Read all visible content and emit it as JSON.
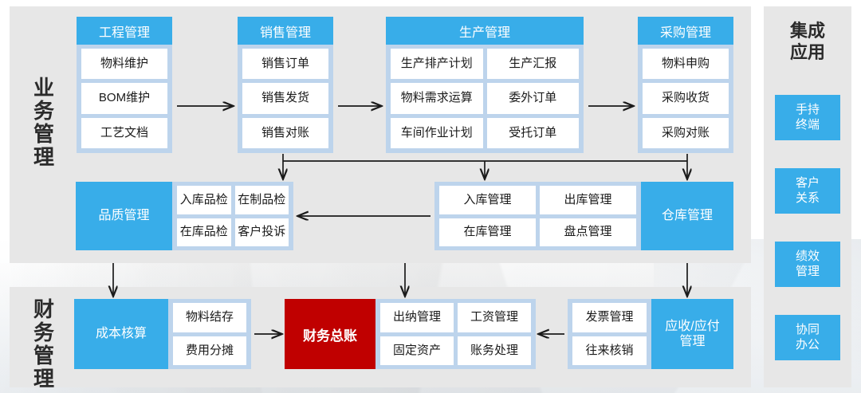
{
  "diagram": {
    "title_hidden": "",
    "colors": {
      "accent_blue": "#38ade9",
      "light_blue": "#bdd4ec",
      "panel_gray": "#e7e7e7",
      "red": "#c00000",
      "cell_white": "#ffffff"
    }
  },
  "sections": {
    "business": {
      "label_chars": [
        "业",
        "务",
        "管",
        "理"
      ]
    },
    "finance": {
      "label_chars": [
        "财",
        "务",
        "管",
        "理"
      ]
    }
  },
  "business_row1": [
    {
      "title": "工程管理",
      "cells": [
        "物料维护",
        "BOM维护",
        "工艺文档"
      ]
    },
    {
      "title": "销售管理",
      "cells": [
        "销售订单",
        "销售发货",
        "销售对账"
      ]
    },
    {
      "title": "生产管理",
      "cells": [
        "生产排产计划",
        "生产汇报",
        "物料需求运算",
        "委外订单",
        "车间作业计划",
        "受托订单"
      ]
    },
    {
      "title": "采购管理",
      "cells": [
        "物料申购",
        "采购收货",
        "采购对账"
      ]
    }
  ],
  "business_row2": [
    {
      "title": "品质管理",
      "label_side": "left",
      "cells": [
        "入库品检",
        "在制品检",
        "在库品检",
        "客户投诉"
      ]
    },
    {
      "title": "仓库管理",
      "label_side": "right",
      "cells": [
        "入库管理",
        "出库管理",
        "在库管理",
        "盘点管理"
      ]
    }
  ],
  "finance_row": [
    {
      "title": "成本核算",
      "label_side": "left",
      "cells": [
        "物料结存",
        "费用分摊"
      ]
    },
    {
      "title": "财务总账",
      "standalone_red": true
    },
    {
      "title": "",
      "label_side": "none",
      "cells": [
        "出纳管理",
        "工资管理",
        "固定资产",
        "账务处理"
      ]
    },
    {
      "title": "应收/应付管理",
      "title_lines": [
        "应收/应付",
        "管理"
      ],
      "label_side": "right",
      "cells": [
        "发票管理",
        "往来核销"
      ]
    }
  ],
  "apps": {
    "title_lines": [
      "集成",
      "应用"
    ],
    "items": [
      {
        "lines": [
          "手持",
          "终端"
        ]
      },
      {
        "lines": [
          "客户",
          "关系"
        ]
      },
      {
        "lines": [
          "绩效",
          "管理"
        ]
      },
      {
        "lines": [
          "协同",
          "办公"
        ]
      }
    ]
  }
}
